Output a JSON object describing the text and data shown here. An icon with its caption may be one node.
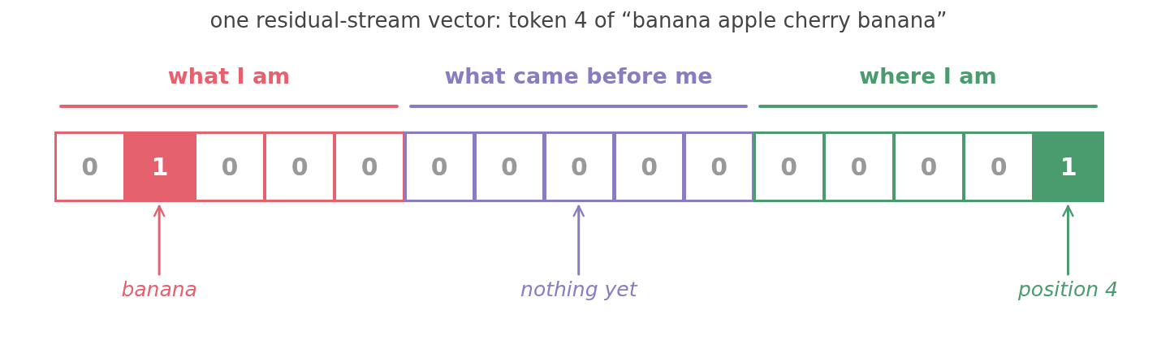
{
  "diagram": {
    "title": "one residual-stream vector: token 4 of “banana apple cherry banana”",
    "nodes": [
      {
        "text": [
          "0"
        ]
      },
      {
        "text": [
          "1"
        ]
      },
      {
        "text": [
          "0"
        ]
      },
      {
        "text": [
          "0"
        ]
      },
      {
        "text": [
          "0"
        ]
      },
      {
        "text": [
          "0"
        ]
      },
      {
        "text": [
          "0"
        ]
      },
      {
        "text": [
          "0"
        ]
      },
      {
        "text": [
          "0"
        ]
      },
      {
        "text": [
          "0"
        ]
      },
      {
        "text": [
          "0"
        ]
      },
      {
        "text": [
          "0"
        ]
      },
      {
        "text": [
          "0"
        ]
      },
      {
        "text": [
          "0"
        ]
      },
      {
        "text": [
          "1"
        ]
      },
      {
        "text": [
          "banana"
        ]
      },
      {
        "text": [
          "nothing yet"
        ]
      },
      {
        "text": [
          "position 4"
        ]
      }
    ],
    "edges": [
      {
        "from": 15,
        "to": 1,
        "arrow": "to",
        "color": "#e5616e"
      },
      {
        "from": 16,
        "to": 7,
        "arrow": "to",
        "color": "#8b7cc0"
      },
      {
        "from": 17,
        "to": 14,
        "arrow": "to",
        "color": "#4a9b6e"
      }
    ],
    "labels": [
      "what I am",
      "what came before me",
      "where I am"
    ]
  }
}
